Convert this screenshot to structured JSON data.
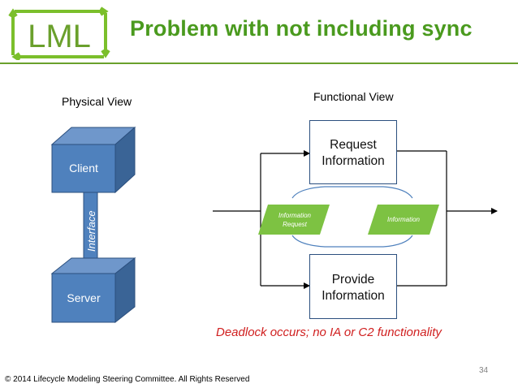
{
  "logo": {
    "text": "LML"
  },
  "title": "Problem with not including sync",
  "physical_view": {
    "label": "Physical View",
    "client_label": "Client",
    "server_label": "Server",
    "interface_label": "Interface"
  },
  "functional_view": {
    "label": "Functional View",
    "request_box": [
      "Request",
      "Information"
    ],
    "provide_box": [
      "Provide",
      "Information"
    ],
    "item_left": [
      "Information",
      "Request"
    ],
    "item_right": "Information"
  },
  "deadlock_text": "Deadlock occurs; no IA or C2 functionality",
  "page_number": "34",
  "copyright": "© 2014 Lifecycle Modeling Steering Committee. All Rights Reserved",
  "colors": {
    "title_green": "#4a9a1e",
    "logo_green": "#7bbf2b",
    "cube_front": "#4f81bd",
    "cube_top": "#6f97cb",
    "cube_side": "#3a6496",
    "item_green": "#7dc242",
    "deadlock_red": "#d01f1f",
    "box_border": "#2b4f7e"
  }
}
